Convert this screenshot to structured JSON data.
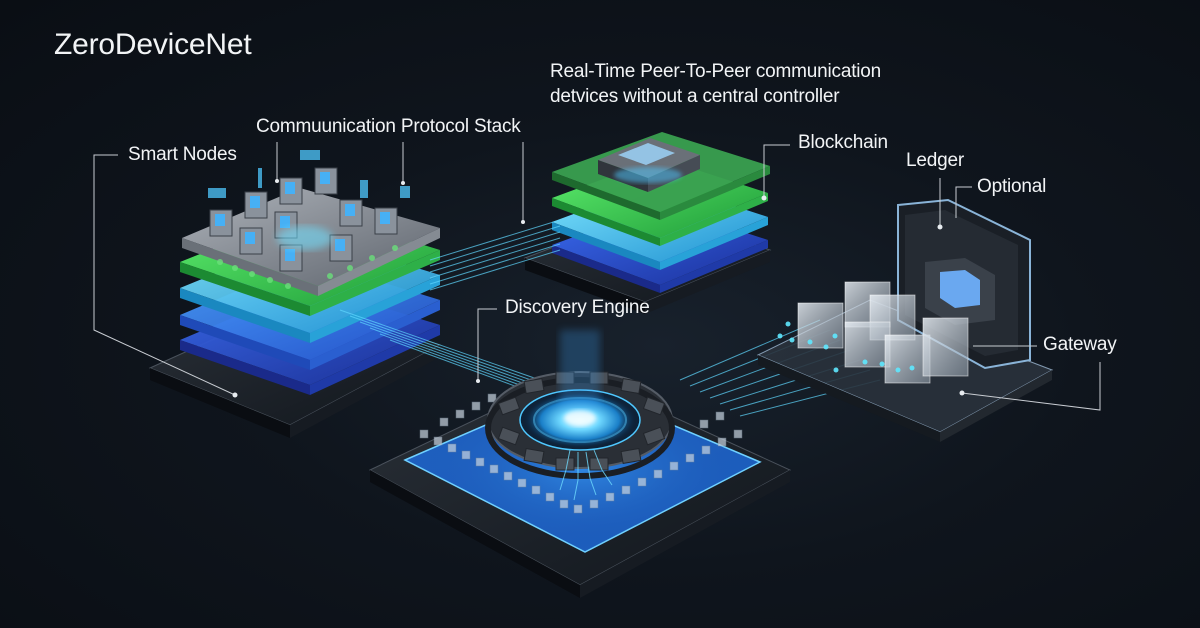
{
  "title": "ZeroDeviceNet",
  "subtitle": {
    "line1": "Real-Time Peer-To-Peer communication",
    "line2": "detvices  without a central controller"
  },
  "labels": {
    "smart_nodes": "Smart Nodes",
    "protocol_stack": "Commuunication Protocol Stack",
    "blockchain": "Blockchain",
    "ledger": "Ledger",
    "optional": "Optional",
    "discovery_engine": "Discovery Engine",
    "gateway": "Gateway"
  },
  "components": [
    {
      "id": "smart-nodes-stack",
      "layers": [
        "gray-board",
        "green",
        "cyan",
        "blue",
        "indigo"
      ]
    },
    {
      "id": "blockchain-stack",
      "layers": [
        "green-board-with-chip",
        "green",
        "cyan",
        "blue"
      ]
    },
    {
      "id": "discovery-engine",
      "layers": [
        "gear-ring-core",
        "pin-grid",
        "blue-base"
      ]
    },
    {
      "id": "gateway",
      "layers": [
        "glass-cubes",
        "ledger-device",
        "glass-base"
      ]
    }
  ],
  "colors": {
    "background": "#0c1118",
    "text": "#f2f4f6",
    "green": "#3fe05a",
    "cyan": "#3ec8f0",
    "blue": "#2f7df0",
    "indigo": "#2a4fd8",
    "glow": "#5fd8ff",
    "leader": "#c8ccd2"
  }
}
